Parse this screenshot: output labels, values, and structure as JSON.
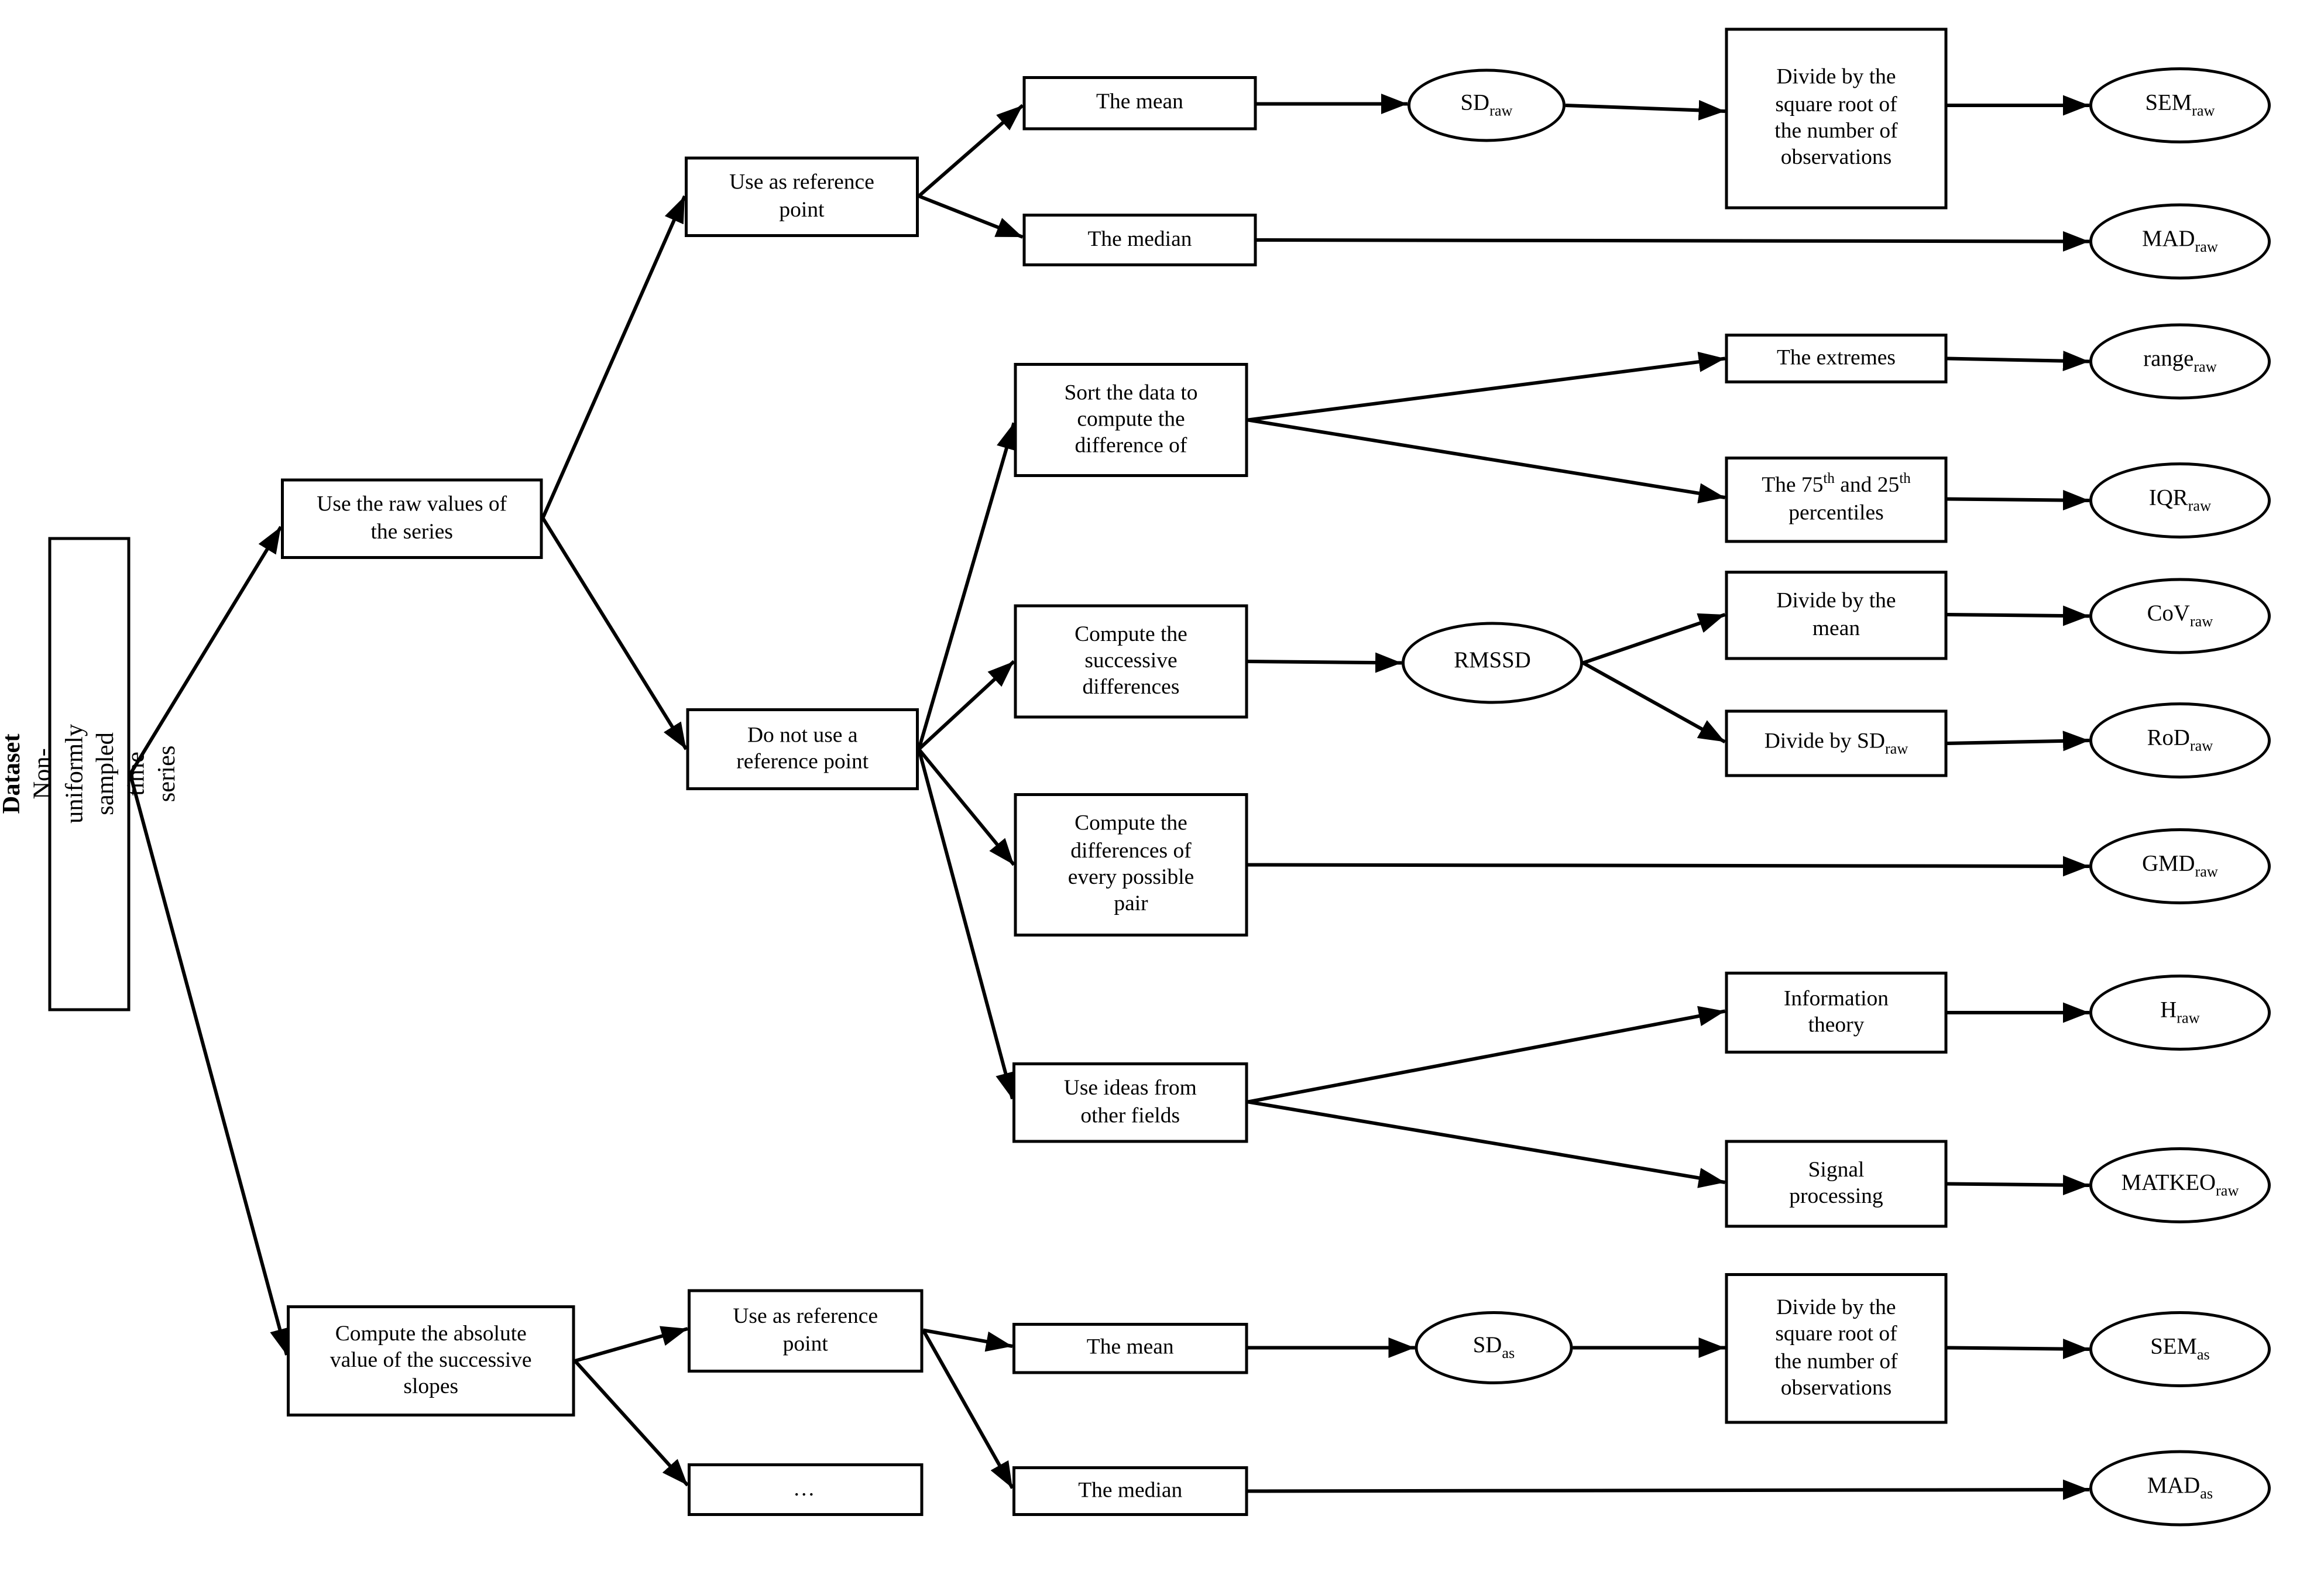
{
  "diagram": {
    "root": {
      "title": "Dataset",
      "subtitle": "Non-uniformly sampled time series"
    },
    "nodes": {
      "raw_values": "Use the raw values of\nthe series",
      "abs_slopes": "Compute the absolute\nvalue of the successive\nslopes",
      "ref_top": "Use as reference\npoint",
      "no_ref": "Do not use a\nreference point",
      "ref_bottom": "Use as reference\npoint",
      "dots": "…",
      "mean_top": "The mean",
      "median_top": "The median",
      "sort": "Sort the data to\ncompute the\ndifference of",
      "successive": "Compute the\nsuccessive\ndifferences",
      "every_pair": "Compute the\ndifferences of\nevery possible\npair",
      "ideas": "Use ideas from\nother fields",
      "mean_bottom": "The mean",
      "median_bottom": "The median",
      "div_sqrt_top": "Divide by the\nsquare root of\nthe number of\nobservations",
      "extremes": "The extremes",
      "percentiles": {
        "p1": "The 75",
        "s1": "th",
        "p2": " and 25",
        "s2": "th",
        "p3": " percentiles"
      },
      "div_mean": "Divide by the\nmean",
      "div_sd": {
        "p1": "Divide by SD",
        "sub": "raw"
      },
      "info_theory": "Information\ntheory",
      "signal_proc": "Signal\nprocessing",
      "div_sqrt_bottom": "Divide by the\nsquare root of\nthe number of\nobservations"
    },
    "measures": {
      "sd_raw": {
        "main": "SD",
        "sub": "raw"
      },
      "rmssd": {
        "main": "RMSSD",
        "sub": ""
      },
      "sem_raw": {
        "main": "SEM",
        "sub": "raw"
      },
      "mad_raw": {
        "main": "MAD",
        "sub": "raw"
      },
      "range_raw": {
        "main": "range",
        "sub": "raw"
      },
      "iqr_raw": {
        "main": "IQR",
        "sub": "raw"
      },
      "cov_raw": {
        "main": "CoV",
        "sub": "raw"
      },
      "rod_raw": {
        "main": "RoD",
        "sub": "raw"
      },
      "gmd_raw": {
        "main": "GMD",
        "sub": "raw"
      },
      "h_raw": {
        "main": "H",
        "sub": "raw"
      },
      "matkeo_raw": {
        "main": "MATKEO",
        "sub": "raw"
      },
      "sd_as": {
        "main": "SD",
        "sub": "as"
      },
      "sem_as": {
        "main": "SEM",
        "sub": "as"
      },
      "mad_as": {
        "main": "MAD",
        "sub": "as"
      }
    },
    "edges": [
      {
        "from": "dataset",
        "to": "raw_values"
      },
      {
        "from": "dataset",
        "to": "abs_slopes"
      },
      {
        "from": "raw_values",
        "to": "ref_top"
      },
      {
        "from": "raw_values",
        "to": "no_ref"
      },
      {
        "from": "ref_top",
        "to": "mean_top"
      },
      {
        "from": "ref_top",
        "to": "median_top"
      },
      {
        "from": "mean_top",
        "to": "sd_raw"
      },
      {
        "from": "sd_raw",
        "to": "div_sqrt_top"
      },
      {
        "from": "div_sqrt_top",
        "to": "sem_raw"
      },
      {
        "from": "median_top",
        "to": "mad_raw"
      },
      {
        "from": "no_ref",
        "to": "sort"
      },
      {
        "from": "no_ref",
        "to": "successive"
      },
      {
        "from": "no_ref",
        "to": "every_pair"
      },
      {
        "from": "no_ref",
        "to": "ideas"
      },
      {
        "from": "sort",
        "to": "extremes"
      },
      {
        "from": "sort",
        "to": "percentiles"
      },
      {
        "from": "extremes",
        "to": "range_raw"
      },
      {
        "from": "percentiles",
        "to": "iqr_raw"
      },
      {
        "from": "successive",
        "to": "rmssd"
      },
      {
        "from": "rmssd",
        "to": "div_mean"
      },
      {
        "from": "rmssd",
        "to": "div_sd"
      },
      {
        "from": "div_mean",
        "to": "cov_raw"
      },
      {
        "from": "div_sd",
        "to": "rod_raw"
      },
      {
        "from": "every_pair",
        "to": "gmd_raw"
      },
      {
        "from": "ideas",
        "to": "info_theory"
      },
      {
        "from": "ideas",
        "to": "signal_proc"
      },
      {
        "from": "info_theory",
        "to": "h_raw"
      },
      {
        "from": "signal_proc",
        "to": "matkeo_raw"
      },
      {
        "from": "abs_slopes",
        "to": "ref_bottom"
      },
      {
        "from": "abs_slopes",
        "to": "dots"
      },
      {
        "from": "ref_bottom",
        "to": "mean_bottom"
      },
      {
        "from": "ref_bottom",
        "to": "median_bottom"
      },
      {
        "from": "mean_bottom",
        "to": "sd_as"
      },
      {
        "from": "sd_as",
        "to": "div_sqrt_bottom"
      },
      {
        "from": "div_sqrt_bottom",
        "to": "sem_as"
      },
      {
        "from": "median_bottom",
        "to": "mad_as"
      }
    ]
  }
}
